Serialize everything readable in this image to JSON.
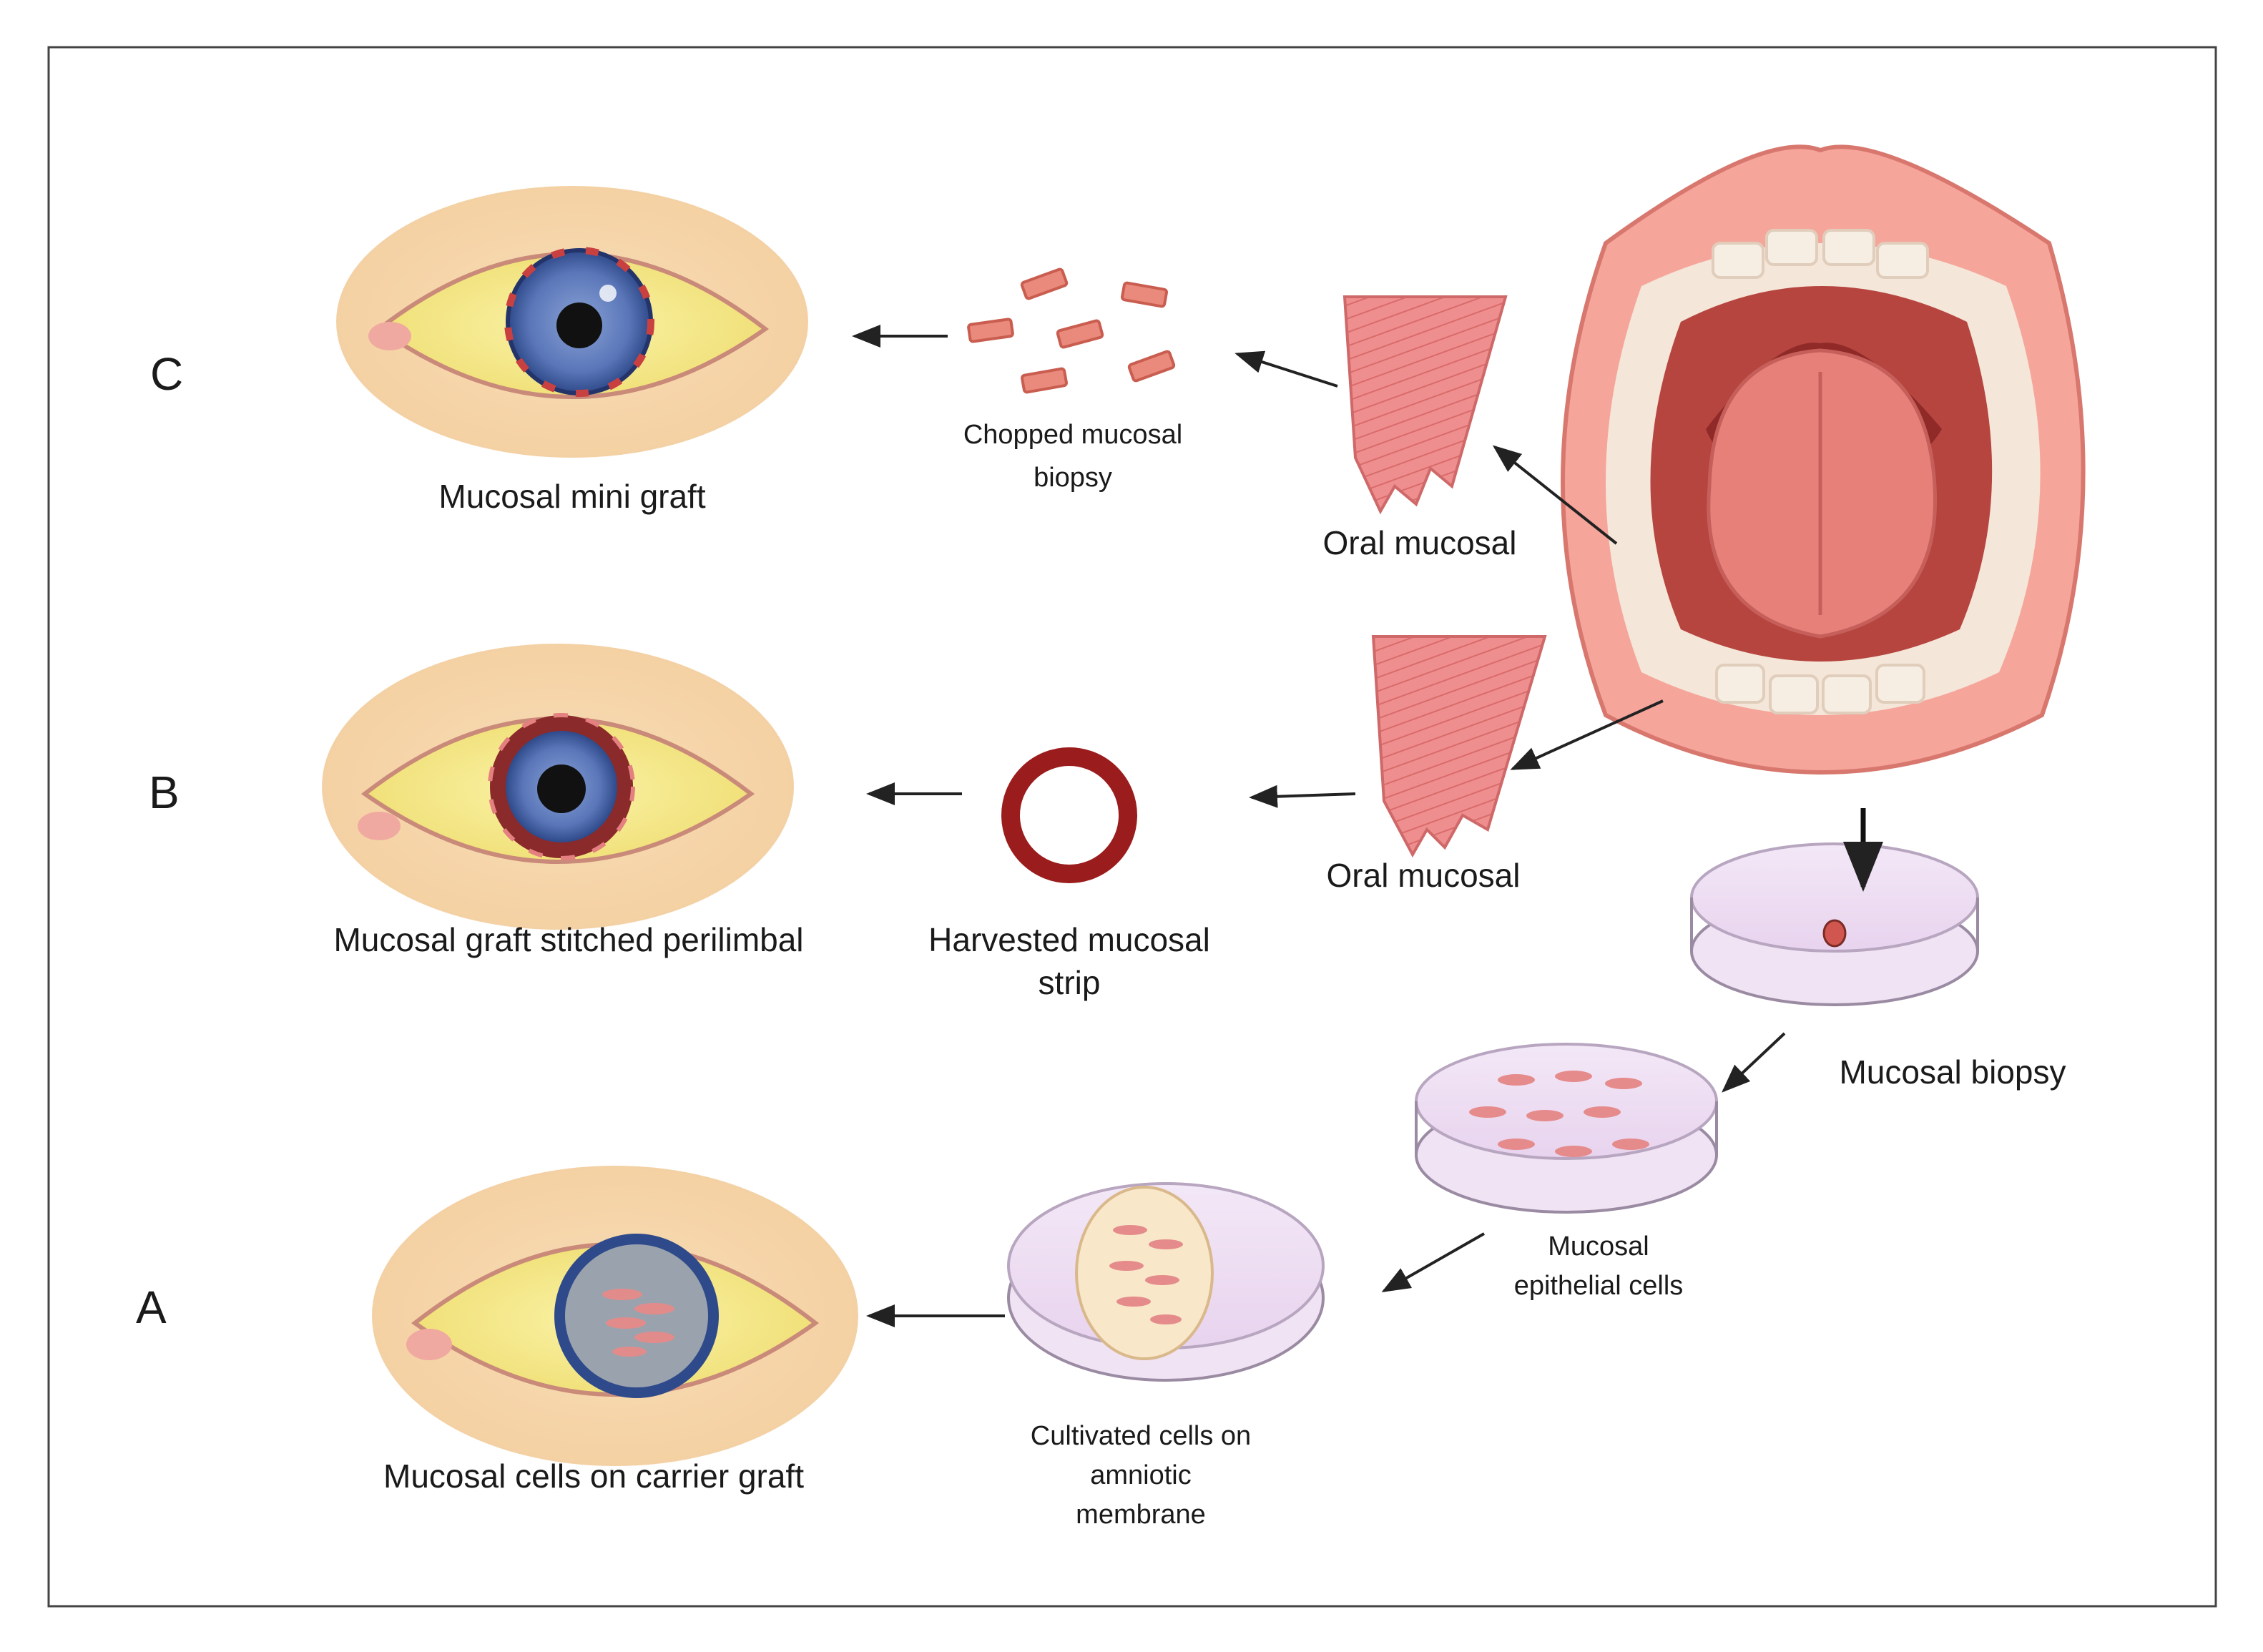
{
  "row_labels": {
    "c": "C",
    "b": "B",
    "a": "A"
  },
  "captions": {
    "mini_graft": "Mucosal mini graft",
    "chopped_line1": "Chopped mucosal",
    "chopped_line2": "biopsy",
    "oral_mucosal_c": "Oral mucosal",
    "stitched": "Mucosal graft stitched perilimbal",
    "harvested_line1": "Harvested mucosal",
    "harvested_line2": "strip",
    "oral_mucosal_b": "Oral mucosal",
    "mucosal_biopsy": "Mucosal biopsy",
    "epithelial_line1": "Mucosal",
    "epithelial_line2": "epithelial cells",
    "cultivated_line1": "Cultivated  cells on",
    "cultivated_line2": "amniotic",
    "cultivated_line3": "membrane",
    "carrier_graft": "Mucosal cells on carrier graft"
  }
}
